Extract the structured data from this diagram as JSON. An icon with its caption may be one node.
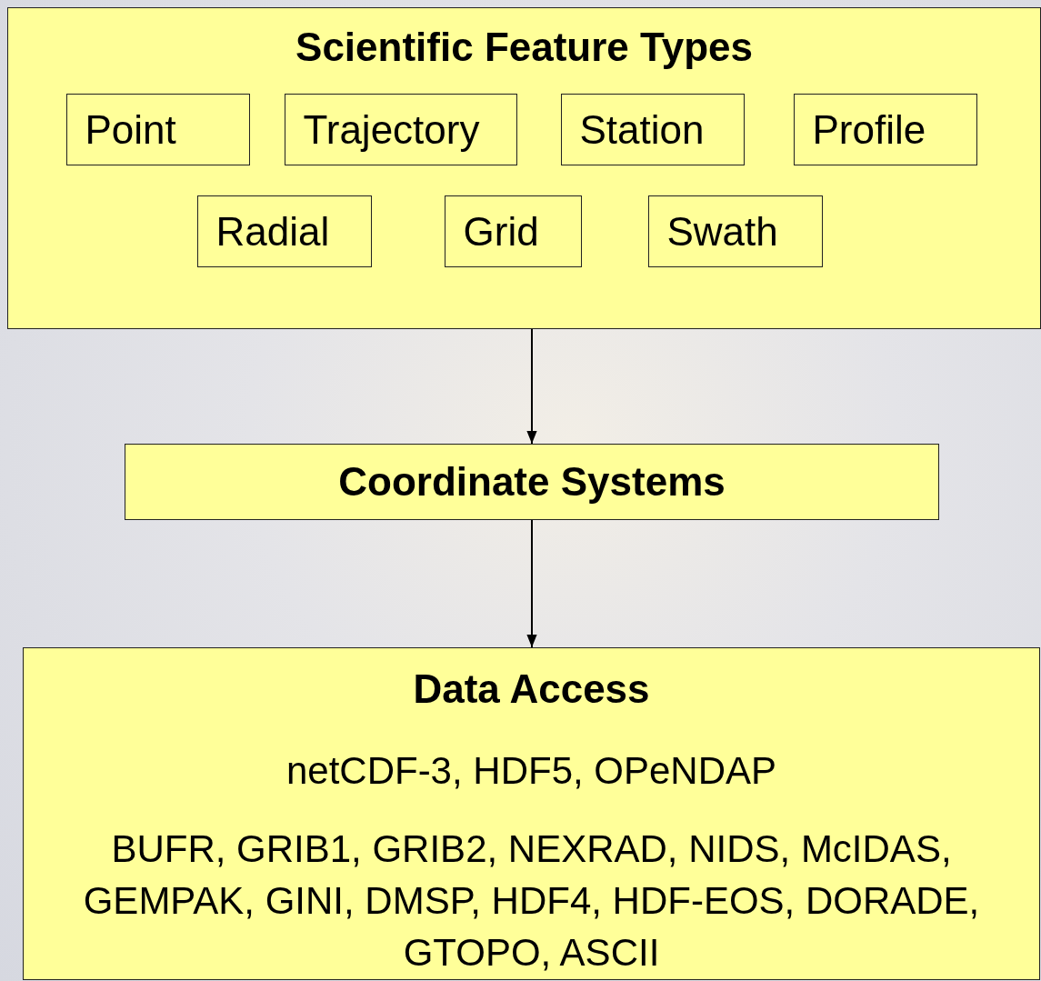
{
  "diagram": {
    "nodes": [
      {
        "text": [
          "Scientific Feature Types"
        ]
      },
      {
        "text": [
          "Point"
        ],
        "in": 0
      },
      {
        "text": [
          "Trajectory"
        ],
        "in": 0
      },
      {
        "text": [
          "Station"
        ],
        "in": 0
      },
      {
        "text": [
          "Profile"
        ],
        "in": 0
      },
      {
        "text": [
          "Radial"
        ],
        "in": 0
      },
      {
        "text": [
          "Grid"
        ],
        "in": 0
      },
      {
        "text": [
          "Swath"
        ],
        "in": 0
      },
      {
        "text": [
          "Coordinate Systems"
        ]
      },
      {
        "text": [
          "Data Access",
          "netCDF-3, HDF5, OPeNDAP",
          "BUFR, GRIB1, GRIB2, NEXRAD, NIDS, McIDAS, GEMPAK, GINI, DMSP, HDF4, HDF-EOS, DORADE, GTOPO, ASCII"
        ]
      }
    ],
    "edges": [
      {
        "from": 0,
        "to": 8,
        "arrow": "to"
      },
      {
        "from": 8,
        "to": 9,
        "arrow": "to"
      }
    ]
  }
}
